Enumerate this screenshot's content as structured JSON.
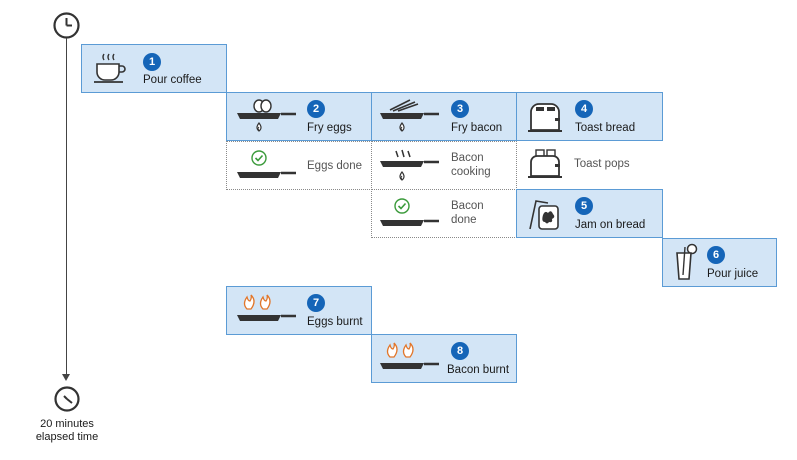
{
  "timeline": {
    "start_icon": "clock-start-icon",
    "end_icon": "clock-end-icon",
    "end_label_line1": "20 minutes",
    "end_label_line2": "elapsed time"
  },
  "steps": {
    "pour_coffee": {
      "number": "1",
      "label": "Pour coffee",
      "icon": "coffee-cup-icon"
    },
    "fry_eggs": {
      "number": "2",
      "label": "Fry eggs",
      "icon": "frying-pan-eggs-icon"
    },
    "fry_bacon": {
      "number": "3",
      "label": "Fry bacon",
      "icon": "frying-pan-bacon-icon"
    },
    "toast_bread": {
      "number": "4",
      "label": "Toast bread",
      "icon": "toaster-icon"
    },
    "jam_on_bread": {
      "number": "5",
      "label": "Jam on bread",
      "icon": "jam-toast-icon"
    },
    "pour_juice": {
      "number": "6",
      "label": "Pour juice",
      "icon": "juice-glass-icon"
    },
    "eggs_burnt": {
      "number": "7",
      "label": "Eggs burnt",
      "icon": "burning-pan-icon"
    },
    "bacon_burnt": {
      "number": "8",
      "label": "Bacon burnt",
      "icon": "burning-pan-icon"
    }
  },
  "states": {
    "eggs_done": {
      "label": "Eggs done",
      "icon": "check-pan-icon"
    },
    "bacon_cooking_line1": "Bacon",
    "bacon_cooking_line2": "cooking",
    "toast_pops": {
      "label": "Toast pops",
      "icon": "toaster-pop-icon"
    },
    "bacon_done_line1": "Bacon",
    "bacon_done_line2": "done"
  },
  "colors": {
    "box_fill": "#d3e5f6",
    "box_border": "#5b9bd5",
    "badge": "#1565b8",
    "flame": "#e2762a",
    "check": "#3a9a3a"
  }
}
